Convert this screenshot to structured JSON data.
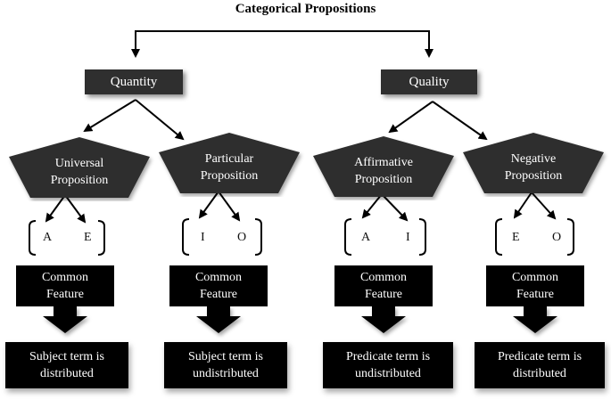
{
  "title": "Categorical Propositions",
  "groups": [
    {
      "label": "Quantity"
    },
    {
      "label": "Quality"
    }
  ],
  "propositions": [
    {
      "line1": "Universal",
      "line2": "Proposition",
      "letter_a": "A",
      "letter_b": "E",
      "feature_line1": "Common",
      "feature_line2": "Feature",
      "result_line1": "Subject term is",
      "result_line2": "distributed"
    },
    {
      "line1": "Particular",
      "line2": "Proposition",
      "letter_a": "I",
      "letter_b": "O",
      "feature_line1": "Common",
      "feature_line2": "Feature",
      "result_line1": "Subject term is",
      "result_line2": "undistributed"
    },
    {
      "line1": "Affirmative",
      "line2": "Proposition",
      "letter_a": "A",
      "letter_b": "I",
      "feature_line1": "Common",
      "feature_line2": "Feature",
      "result_line1": "Predicate term is",
      "result_line2": "undistributed"
    },
    {
      "line1": "Negative",
      "line2": "Proposition",
      "letter_a": "E",
      "letter_b": "O",
      "feature_line1": "Common",
      "feature_line2": "Feature",
      "result_line1": "Predicate term is",
      "result_line2": "distributed"
    }
  ],
  "colors": {
    "box_dark": "#2f2f2f",
    "box_black": "#000000",
    "text_light": "#ffffff"
  }
}
